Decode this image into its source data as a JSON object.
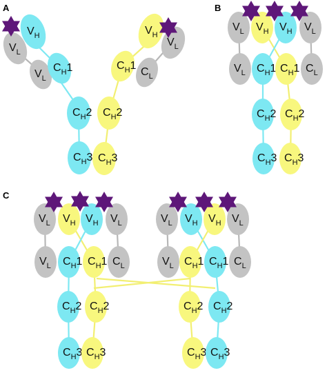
{
  "panels": [
    {
      "letter": "A"
    },
    {
      "letter": "B"
    },
    {
      "letter": "C"
    }
  ],
  "domain_text": {
    "VH": {
      "main": "V",
      "sub": "H"
    },
    "VL": {
      "main": "V",
      "sub": "L"
    },
    "CH1": {
      "main": "C",
      "sub": "H",
      "num": "1"
    },
    "CL": {
      "main": "C",
      "sub": "L"
    },
    "CH2": {
      "main": "C",
      "sub": "H",
      "num": "2"
    },
    "CH3": {
      "main": "C",
      "sub": "H",
      "num": "3"
    }
  },
  "colors": {
    "cyan": "#7de8f2",
    "yellow": "#f8f77e",
    "gray": "#c3c3c3",
    "star": "#5e1779",
    "cyan_link": "#7de8f2",
    "yellow_link": "#f2ef72",
    "gray_link": "#b7b7b7"
  }
}
